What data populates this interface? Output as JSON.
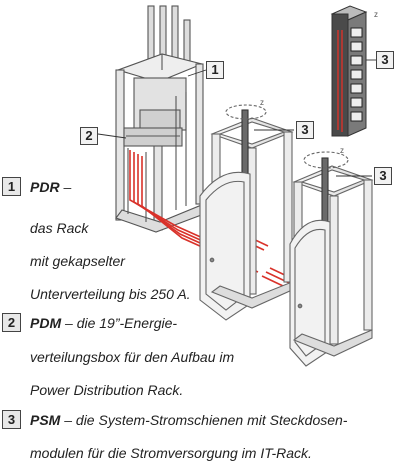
{
  "callouts": {
    "c1": "1",
    "c2": "2",
    "c3a": "3",
    "c3b": "3",
    "c3c": "3",
    "z1": "z",
    "z2": "z",
    "z3": "z"
  },
  "legend": [
    {
      "num": "1",
      "term": "PDR",
      "lines": [
        "–",
        "das Rack",
        "mit gekapselter",
        "Unterverteilung bis 250 A."
      ]
    },
    {
      "num": "2",
      "term": "PDM",
      "lines": [
        "– die 19”-Energie-",
        "verteilungsbox für den Aufbau im",
        "Power Distribution Rack."
      ]
    },
    {
      "num": "3",
      "term": "PSM",
      "lines": [
        "– die System-Stromschienen mit Steckdosen-",
        "modulen für die Stromversorgung im IT-Rack."
      ]
    }
  ],
  "colors": {
    "cable": "#d9322a",
    "frame": "#555555",
    "accent_box": "#e8e8e8"
  }
}
